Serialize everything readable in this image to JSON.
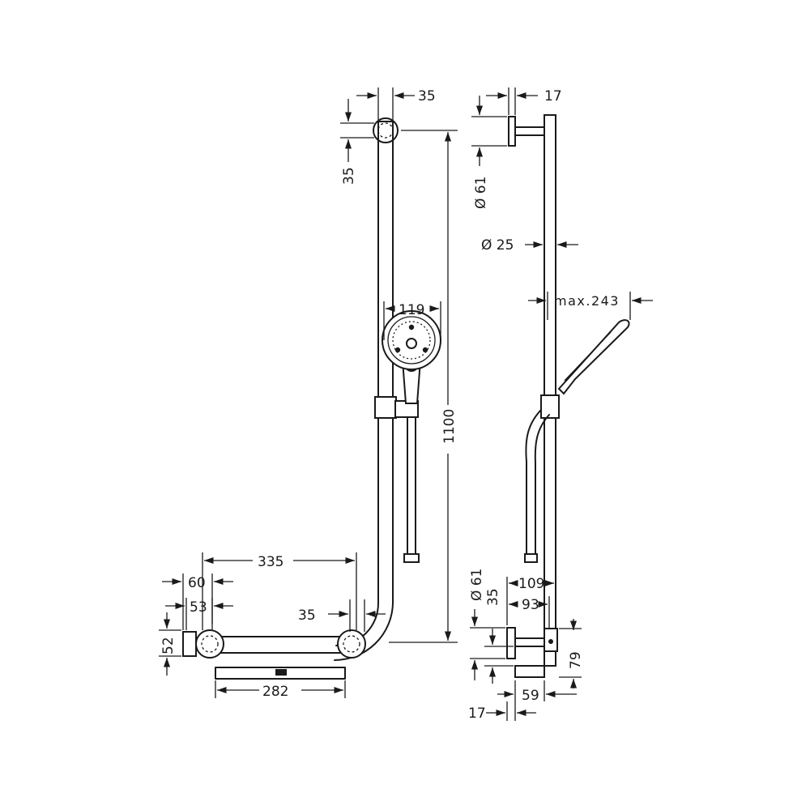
{
  "dimensions": {
    "top_offset": "35",
    "top_offset_side": "35",
    "wall_flange_depth_top": "17",
    "wall_flange_diameter_top": "Ø 61",
    "rail_diameter": "Ø 25",
    "max_projection": "max.243",
    "handshower_width": "119",
    "rail_height": "1100",
    "grip_length": "335",
    "end_cap_outer": "60",
    "end_cap_inner": "53",
    "elbow_offset": "35",
    "end_cap_height": "52",
    "shelf_length": "282",
    "wall_flange_diameter_bottom": "Ø 61",
    "shelf_gap": "35",
    "shelf_depth_outer": "109",
    "shelf_depth_inner": "93",
    "holder_height": "79",
    "holder_offset": "59",
    "wall_flange_depth_bottom": "17"
  }
}
